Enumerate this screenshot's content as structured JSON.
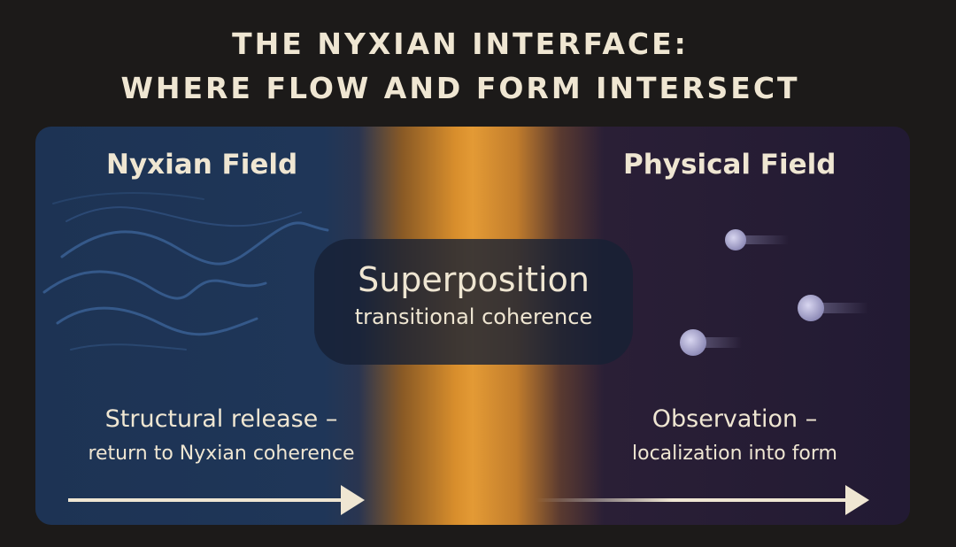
{
  "title": {
    "line1": "THE NYXIAN INTERFACE:",
    "line2": "WHERE FLOW AND FORM INTERSECT"
  },
  "left_field": {
    "title": "Nyxian Field",
    "caption": "Structural release –",
    "subcaption": "return to Nyxian coherence",
    "color": "#1e3556"
  },
  "center": {
    "title": "Superposition",
    "subtitle": "transitional coherence",
    "color": "#e39a35"
  },
  "right_field": {
    "title": "Physical Field",
    "caption": "Observation –",
    "subcaption": "localization into form",
    "color": "#231b35"
  }
}
